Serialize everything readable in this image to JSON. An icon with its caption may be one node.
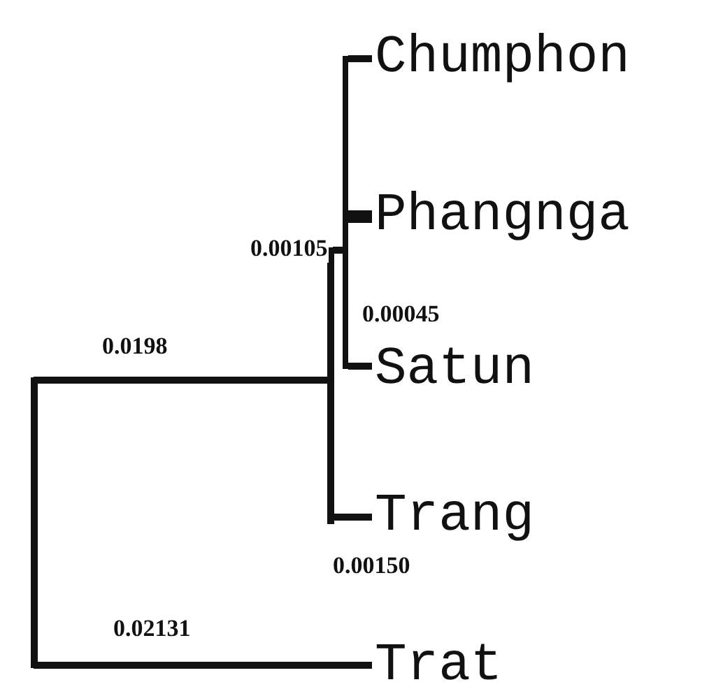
{
  "diagram": {
    "nodes": [
      {
        "text": [],
        "shape": "bar"
      },
      {
        "text": [],
        "shape": "bar"
      },
      {
        "text": [],
        "shape": "bar"
      },
      {
        "text": [
          "Chumphon"
        ]
      },
      {
        "text": [
          "Phangnga"
        ]
      },
      {
        "text": [
          "Satun"
        ]
      },
      {
        "text": [
          "Trang"
        ]
      },
      {
        "text": [
          "Trat"
        ]
      }
    ],
    "edges": [
      {
        "from": 0,
        "to": 1,
        "arrow": "none",
        "label": "0.0198"
      },
      {
        "from": 0,
        "to": 7,
        "arrow": "none",
        "label": "0.02131"
      },
      {
        "from": 1,
        "to": 2,
        "arrow": "none",
        "label": "0.00105"
      },
      {
        "from": 2,
        "to": 3,
        "arrow": "none"
      },
      {
        "from": 2,
        "to": 4,
        "arrow": "none",
        "style": "thick"
      },
      {
        "from": 2,
        "to": 5,
        "arrow": "none",
        "label": "0.00045"
      },
      {
        "from": 1,
        "to": 6,
        "arrow": "none",
        "label": "0.00150"
      }
    ]
  }
}
